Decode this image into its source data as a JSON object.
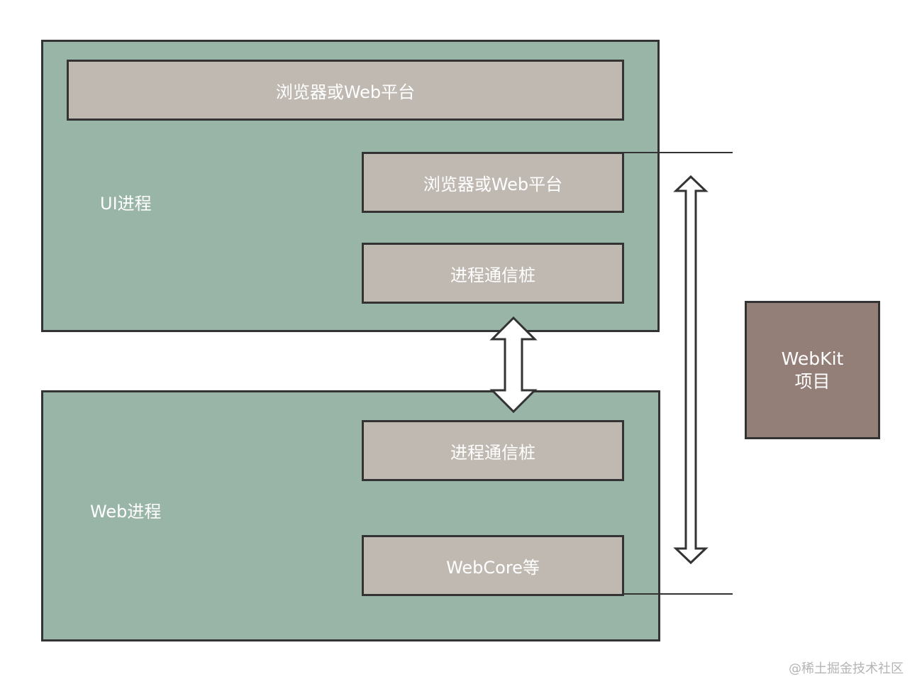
{
  "ui_process": {
    "label": "UI进程",
    "modules": {
      "browser_top": "浏览器或Web平台",
      "browser_inner": "浏览器或Web平台",
      "ipc_stub": "进程通信桩"
    }
  },
  "web_process": {
    "label": "Web进程",
    "modules": {
      "ipc_stub": "进程通信桩",
      "webcore": "WebCore等"
    }
  },
  "webkit_box": {
    "line1": "WebKit",
    "line2": "项目"
  },
  "watermark": "@稀土掘金技术社区",
  "colors": {
    "process_fill": "#99b5a7",
    "module_fill": "#c0b9b2",
    "webkit_fill": "#947e78",
    "border": "#333333"
  }
}
